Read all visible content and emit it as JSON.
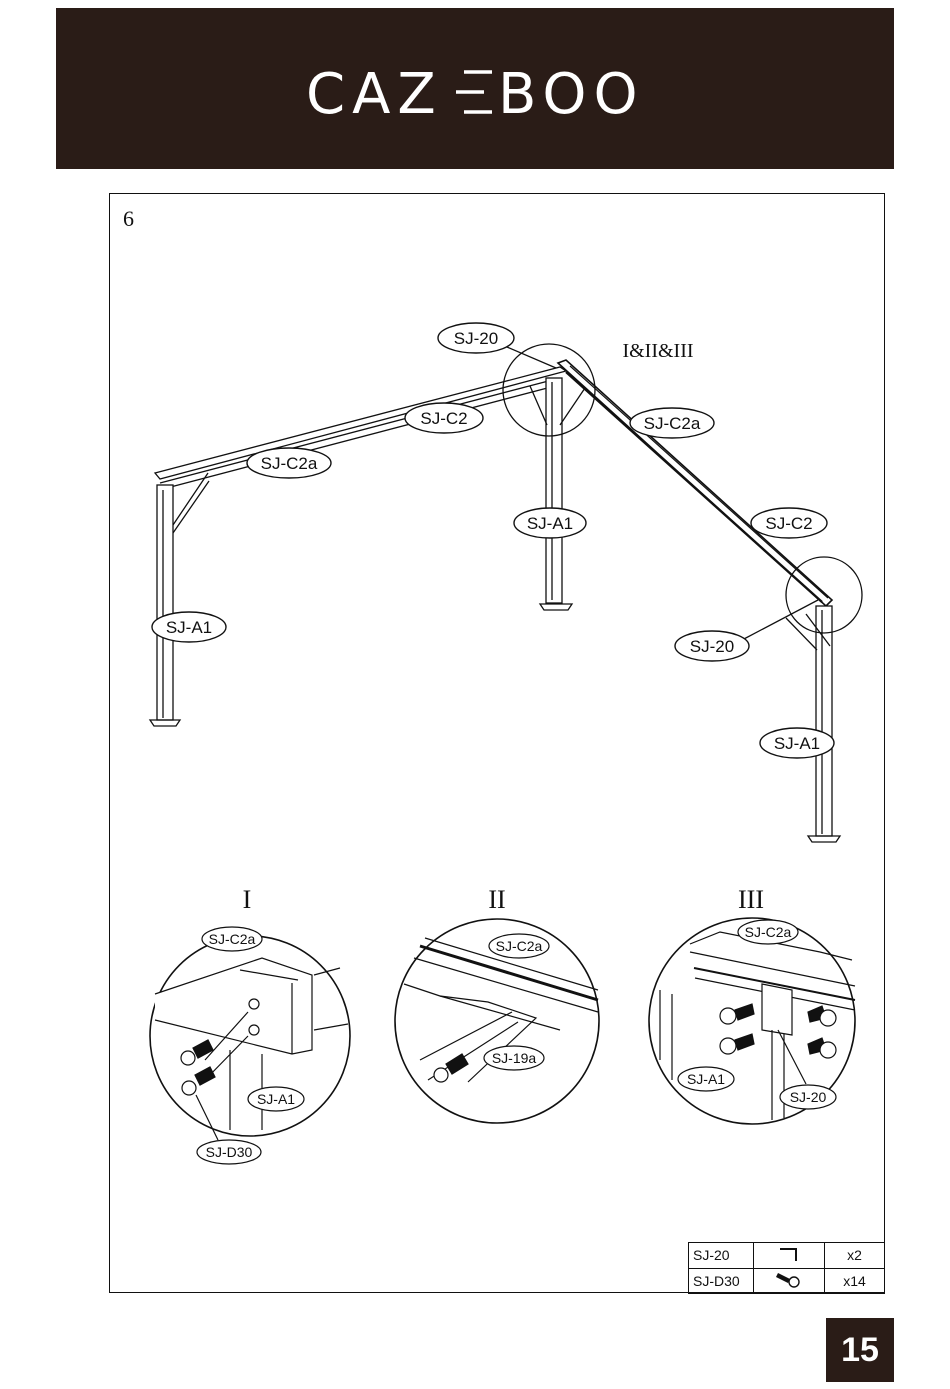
{
  "header": {
    "brand": "CAZEBOO",
    "brand_left": "CAZ",
    "brand_right": "BOO"
  },
  "step": {
    "number": "6"
  },
  "callouts": {
    "sj20_top": "SJ-20",
    "c2_left": "SJ-C2",
    "c2a_left": "SJ-C2a",
    "c2a_right": "SJ-C2a",
    "a1_mid": "SJ-A1",
    "c2_right": "SJ-C2",
    "a1_left": "SJ-A1",
    "sj20_right": "SJ-20",
    "a1_right": "SJ-A1",
    "detail_ref": "I&II&III"
  },
  "details": {
    "I": {
      "title": "I",
      "c2a": "SJ-C2a",
      "a1": "SJ-A1",
      "d30": "SJ-D30"
    },
    "II": {
      "title": "II",
      "c2a": "SJ-C2a",
      "c19a": "SJ-19a"
    },
    "III": {
      "title": "III",
      "c2a": "SJ-C2a",
      "a1": "SJ-A1",
      "sj20": "SJ-20"
    }
  },
  "parts": [
    {
      "code": "SJ-20",
      "icon": "l-bracket-icon",
      "qty": "x2"
    },
    {
      "code": "SJ-D30",
      "icon": "bolt-icon",
      "qty": "x14"
    }
  ],
  "page": {
    "number": "15"
  },
  "colors": {
    "header_bg": "#2a1c17",
    "ink": "#111111"
  }
}
